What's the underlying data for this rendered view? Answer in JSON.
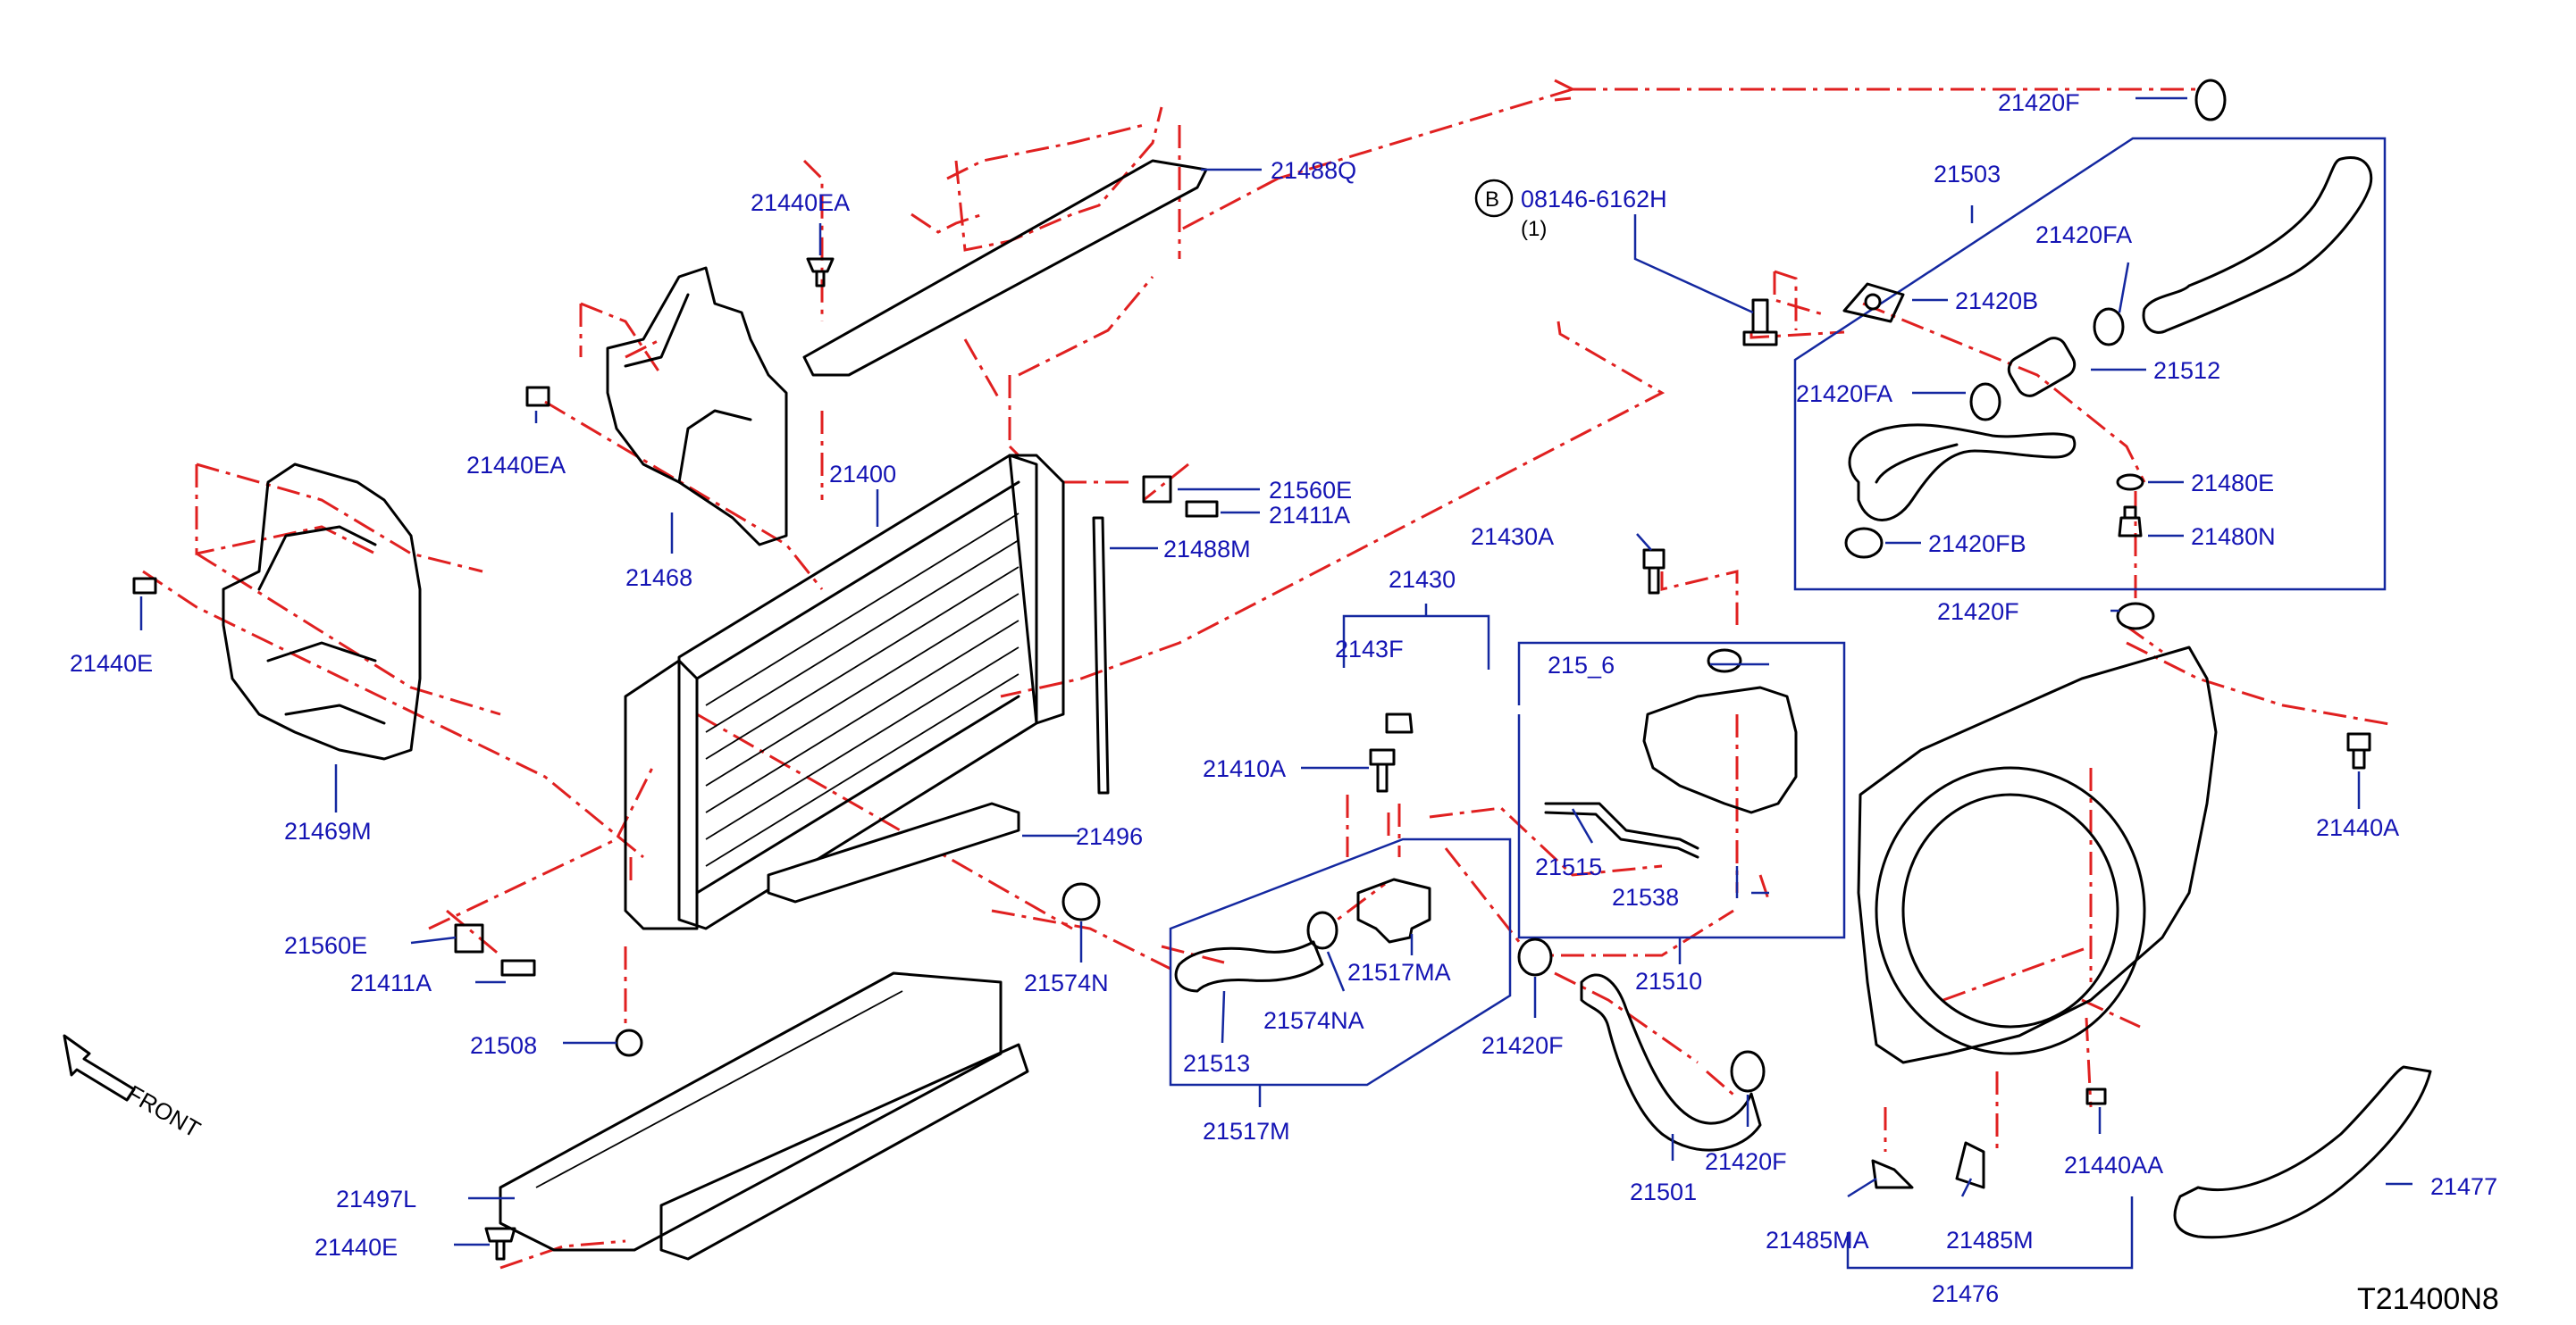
{
  "diagram": {
    "catalog_code": "T21400N8",
    "front_label": "FRONT",
    "bolt_symbol": "B",
    "bolt_number": "08146-6162H",
    "bolt_qty": "(1)",
    "labels": {
      "p21420F_a": "21420F",
      "p21503": "21503",
      "p21420FA_a": "21420FA",
      "p21420B": "21420B",
      "p21512": "21512",
      "p21420FA_b": "21420FA",
      "p21480E": "21480E",
      "p21420FB": "21420FB",
      "p21480N": "21480N",
      "p21420F_b": "21420F",
      "p21440EA_a": "21440EA",
      "p21488Q": "21488Q",
      "p21440EA_b": "21440EA",
      "p21400": "21400",
      "p21560E_a": "21560E",
      "p21411A_a": "21411A",
      "p21488M": "21488M",
      "p21468": "21468",
      "p21430A": "21430A",
      "p21430": "21430",
      "p21435": "2143F",
      "p21516": "215_6",
      "p21440E_a": "21440E",
      "p21469M": "21469M",
      "p21410A": "21410A",
      "p21496": "21496",
      "p21515": "21515",
      "p21538": "21538",
      "p21440A": "21440A",
      "p21560E_b": "21560E",
      "p21517MA": "21517MA",
      "p21411A_b": "21411A",
      "p21574N": "21574N",
      "p21510": "21510",
      "p21574NA": "21574NA",
      "p21508": "21508",
      "p21513": "21513",
      "p21420F_c": "21420F",
      "p21517M": "21517M",
      "p21440AA": "21440AA",
      "p21420F_d": "21420F",
      "p21477": "21477",
      "p21497L": "21497L",
      "p21501": "21501",
      "p21485MA": "21485MA",
      "p21485M": "21485M",
      "p21440E_b": "21440E",
      "p21476": "21476"
    }
  }
}
